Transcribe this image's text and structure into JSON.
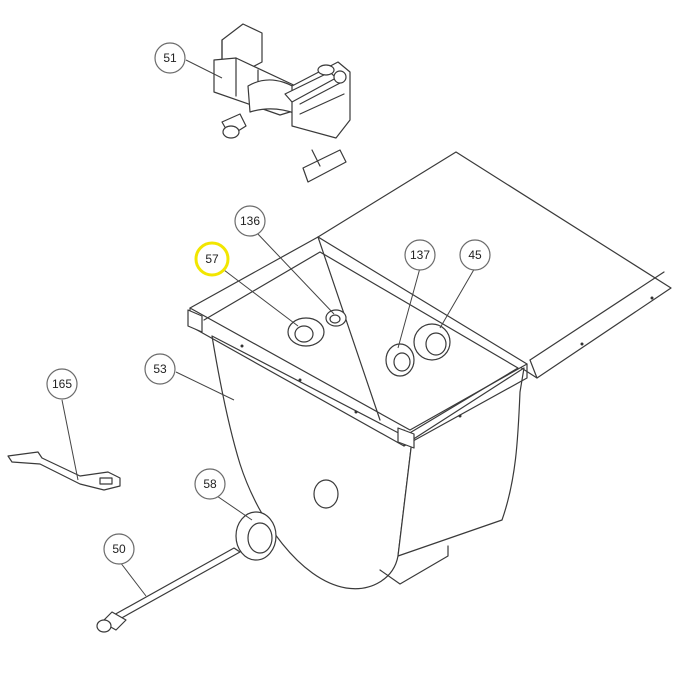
{
  "callouts": {
    "c51": {
      "label": "51"
    },
    "c136": {
      "label": "136"
    },
    "c57": {
      "label": "57"
    },
    "c137": {
      "label": "137"
    },
    "c45": {
      "label": "45"
    },
    "c53": {
      "label": "53"
    },
    "c165": {
      "label": "165"
    },
    "c58": {
      "label": "58"
    },
    "c50": {
      "label": "50"
    }
  },
  "highlight_color": "#f2e600"
}
